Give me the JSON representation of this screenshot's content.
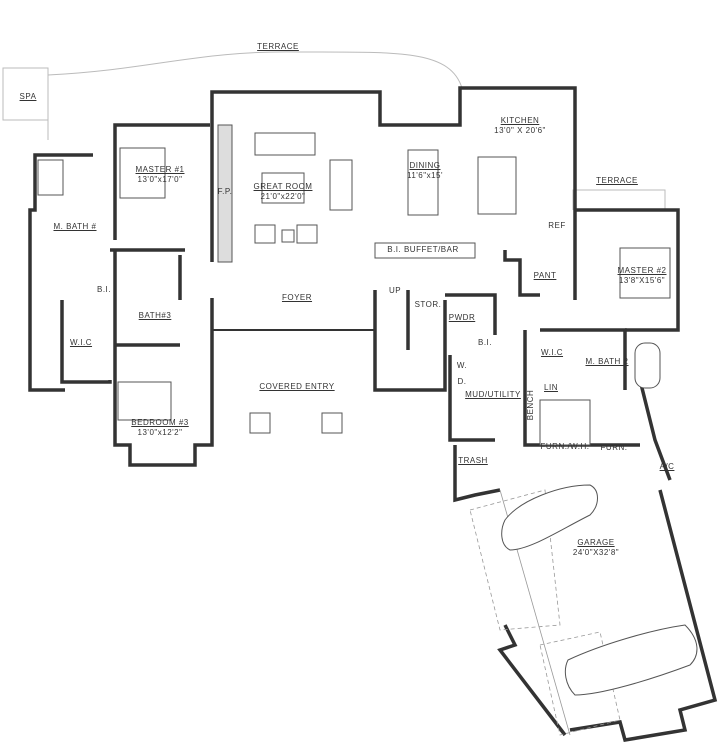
{
  "plan": {
    "outdoor": {
      "spa": "SPA",
      "terrace_top": "TERRACE",
      "terrace_right": "TERRACE",
      "covered_entry": "COVERED ENTRY"
    },
    "rooms": {
      "master1": {
        "name": "MASTER #1",
        "size": "13'0\"x17'0\""
      },
      "fireplace": "F.P.",
      "great_room": {
        "name": "GREAT ROOM",
        "size": "21'0\"x22'0\""
      },
      "dining": {
        "name": "DINING",
        "size": "11'6\"x15'"
      },
      "kitchen": {
        "name": "KITCHEN",
        "size": "13'0\" X 20'6\""
      },
      "ref": "REF",
      "buffet": "B.I. BUFFET/BAR",
      "pantry": "PANT",
      "master2": {
        "name": "MASTER #2",
        "size": "13'8\"X15'6\""
      },
      "mbath1": "M. BATH #",
      "bi_left": "B.I.",
      "bath3": "BATH#3",
      "wic_left": "W.I.C",
      "foyer": "FOYER",
      "bedroom3": {
        "name": "BEDROOM #3",
        "size": "13'0\"x12'2\""
      },
      "up": "UP",
      "stor": "STOR.",
      "pwdr": "PWDR",
      "bi_right": "B.I.",
      "washer": "W.",
      "dryer": "D.",
      "mud": "MUD/UTILITY",
      "bench": "BENCH",
      "wic_right": "W.I.C",
      "mbath2": "M. BATH 2",
      "lin": "LIN",
      "furn_wh": "FURN./W.H.",
      "furn": "FURN.",
      "ac": "A/C",
      "trash": "TRASH",
      "garage": {
        "name": "GARAGE",
        "size": "24'0\"X32'8\""
      }
    }
  }
}
